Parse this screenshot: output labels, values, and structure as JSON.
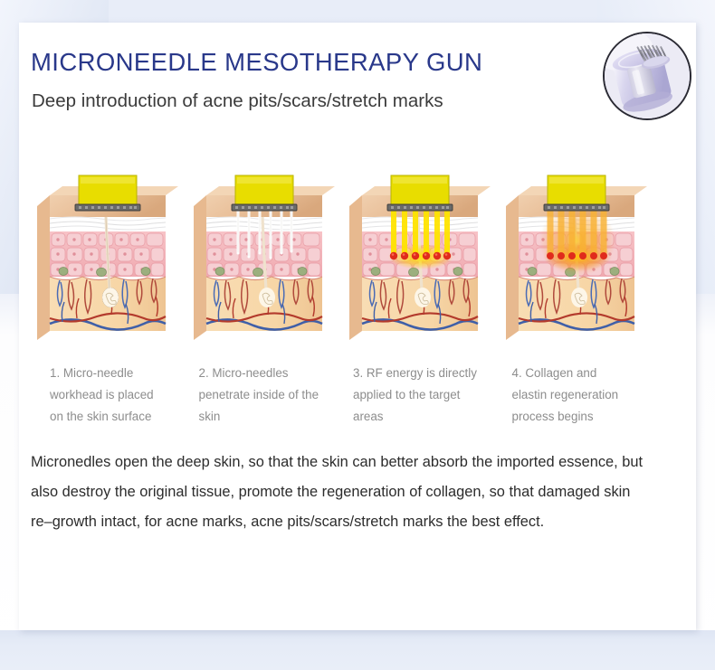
{
  "page": {
    "title": "MICRONEEDLE MESOTHERAPY GUN",
    "subtitle": "Deep introduction of acne pits/scars/stretch marks",
    "title_color": "#29388a",
    "subtitle_color": "#3b3b3b",
    "card_background": "#ffffff",
    "backdrop_color": "#e4eaf6"
  },
  "product_badge": {
    "icon_name": "microneedle-cartridge-photo",
    "alt": "Microneedle cartridge with metal needle tips",
    "body_color": "#cdc8e8",
    "needle_color": "#8f8f97",
    "border_color": "#2a2a33"
  },
  "panels": [
    {
      "step": "1",
      "caption": "1. Micro-needle workhead is placed on the skin surface",
      "icon_name": "skin-cross-section-workhead-placed",
      "state": "workhead-on-surface",
      "needle_color": "#ffffff",
      "needles_visible": false
    },
    {
      "step": "2",
      "caption": "2. Micro-needles penetrate inside of the skin",
      "icon_name": "skin-cross-section-needles-penetrating",
      "state": "needles-inserted",
      "needle_color": "#ffffff",
      "needles_visible": true
    },
    {
      "step": "3",
      "caption": "3. RF energy is directly applied to the target areas",
      "icon_name": "skin-cross-section-rf-energy-applied",
      "state": "rf-energy-active",
      "needle_color": "#ffe400",
      "tip_color": "#e02b1c",
      "needles_visible": true
    },
    {
      "step": "4",
      "caption": "4. Collagen and elastin regeneration process begins",
      "icon_name": "skin-cross-section-collagen-regeneration",
      "state": "collagen-regeneration",
      "needle_color": "#f9a21b",
      "tip_color": "#e02b1c",
      "glow_color": "#f7a933",
      "needles_visible": true
    }
  ],
  "skin_layers": {
    "surface": "#e0b389",
    "stratum_corneum": "#ffffff",
    "epidermis_cells": "#f4b8bd",
    "dermis": "#f6d7a8",
    "artery": "#c0392b",
    "vein": "#3f5fa8",
    "workhead": "#e8dd00",
    "workhead_base": "#6a6a6a"
  },
  "paragraph": "Micronedles open the deep skin, so that the skin can better absorb the imported essence, but also destroy the original tissue, promote the regeneration of collagen, so that damaged skin re–growth intact, for acne marks, acne pits/scars/stretch marks the best effect."
}
